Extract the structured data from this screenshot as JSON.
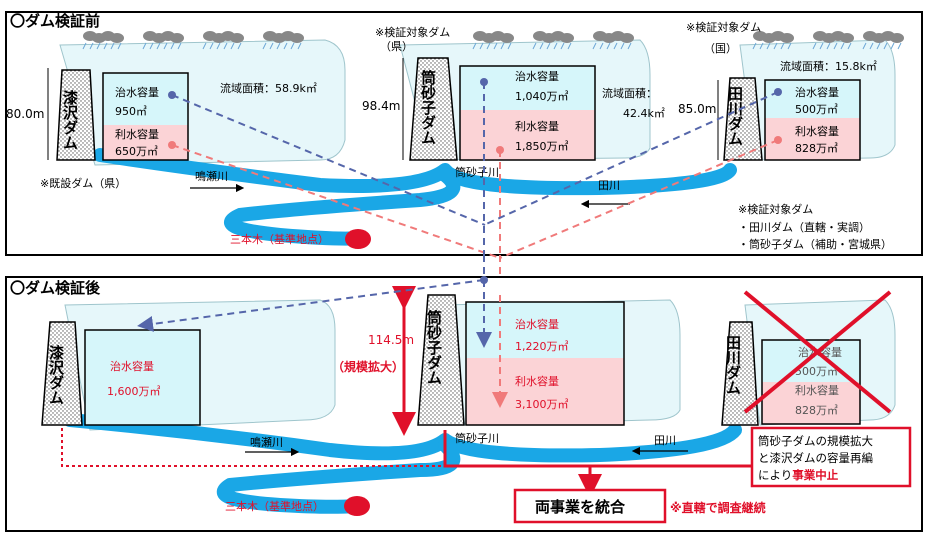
{
  "before": {
    "header": "〇ダム検証前",
    "left": {
      "dam_label": "漆沢ダム",
      "height": "80.0m",
      "flood_label": "治水容量",
      "flood_value": "950㎥",
      "water_label": "利水容量",
      "water_value": "650万㎥",
      "area": "流域面積：58.9k㎡",
      "note": "※既設ダム（県）"
    },
    "center": {
      "tag1": "※検証対象ダム",
      "tag2": "（県）",
      "dam_label": "筒砂子ダム",
      "height": "98.4m",
      "flood_label": "治水容量",
      "flood_value": "1,040万㎥",
      "water_label": "利水容量",
      "water_value": "1,850万㎥",
      "area_label": "流域面積：",
      "area_value": "42.4k㎡"
    },
    "right": {
      "tag1": "※検証対象ダム",
      "tag2": "（国）",
      "dam_label": "田川ダム",
      "height": "85.0m",
      "flood_label": "治水容量",
      "flood_value": "500万㎥",
      "water_label": "利水容量",
      "water_value": "828万㎥",
      "area": "流域面積：15.8k㎡"
    },
    "rivers": {
      "narusegawa": "鳴瀬川",
      "tsutsunagogawa": "筒砂子川",
      "tagawa": "田川"
    },
    "base_point": "三本木（基準地点）",
    "notes": [
      "※検証対象ダム",
      "・田川ダム（直轄・実調）",
      "・筒砂子ダム（補助・宮城県）"
    ]
  },
  "after": {
    "header": "〇ダム検証後",
    "left": {
      "dam_label": "漆沢ダム",
      "flood_label": "治水容量",
      "flood_value": "1,600万㎥"
    },
    "center": {
      "dam_label": "筒砂子ダム",
      "height": "114.5m",
      "expansion": "（規模拡大）",
      "flood_label": "治水容量",
      "flood_value": "1,220万㎥",
      "water_label": "利水容量",
      "water_value": "3,100万㎥"
    },
    "right": {
      "dam_label": "田川ダム",
      "flood_label": "治水容量",
      "flood_value": "500万㎥",
      "water_label": "利水容量",
      "water_value": "828万㎥"
    },
    "rivers": {
      "narusegawa": "鳴瀬川",
      "tsutsunagogawa": "筒砂子川",
      "tagawa": "田川"
    },
    "base_point": "三本木（基準地点）",
    "cancel_note_1": "筒砂子ダムの規模拡大",
    "cancel_note_2": "と漆沢ダムの容量再編",
    "cancel_note_3_prefix": "により",
    "cancel_note_3_emph": "事業中止",
    "integrate": "両事業を統合",
    "continue_note": "※直轄で調査継続"
  },
  "colors": {
    "river": "#1aa7e6",
    "flood": "#d6f6fa",
    "water": "#fbd3d6",
    "red": "#e0102a",
    "blue_dash": "#5566aa",
    "red_dash": "#f07a7a"
  }
}
